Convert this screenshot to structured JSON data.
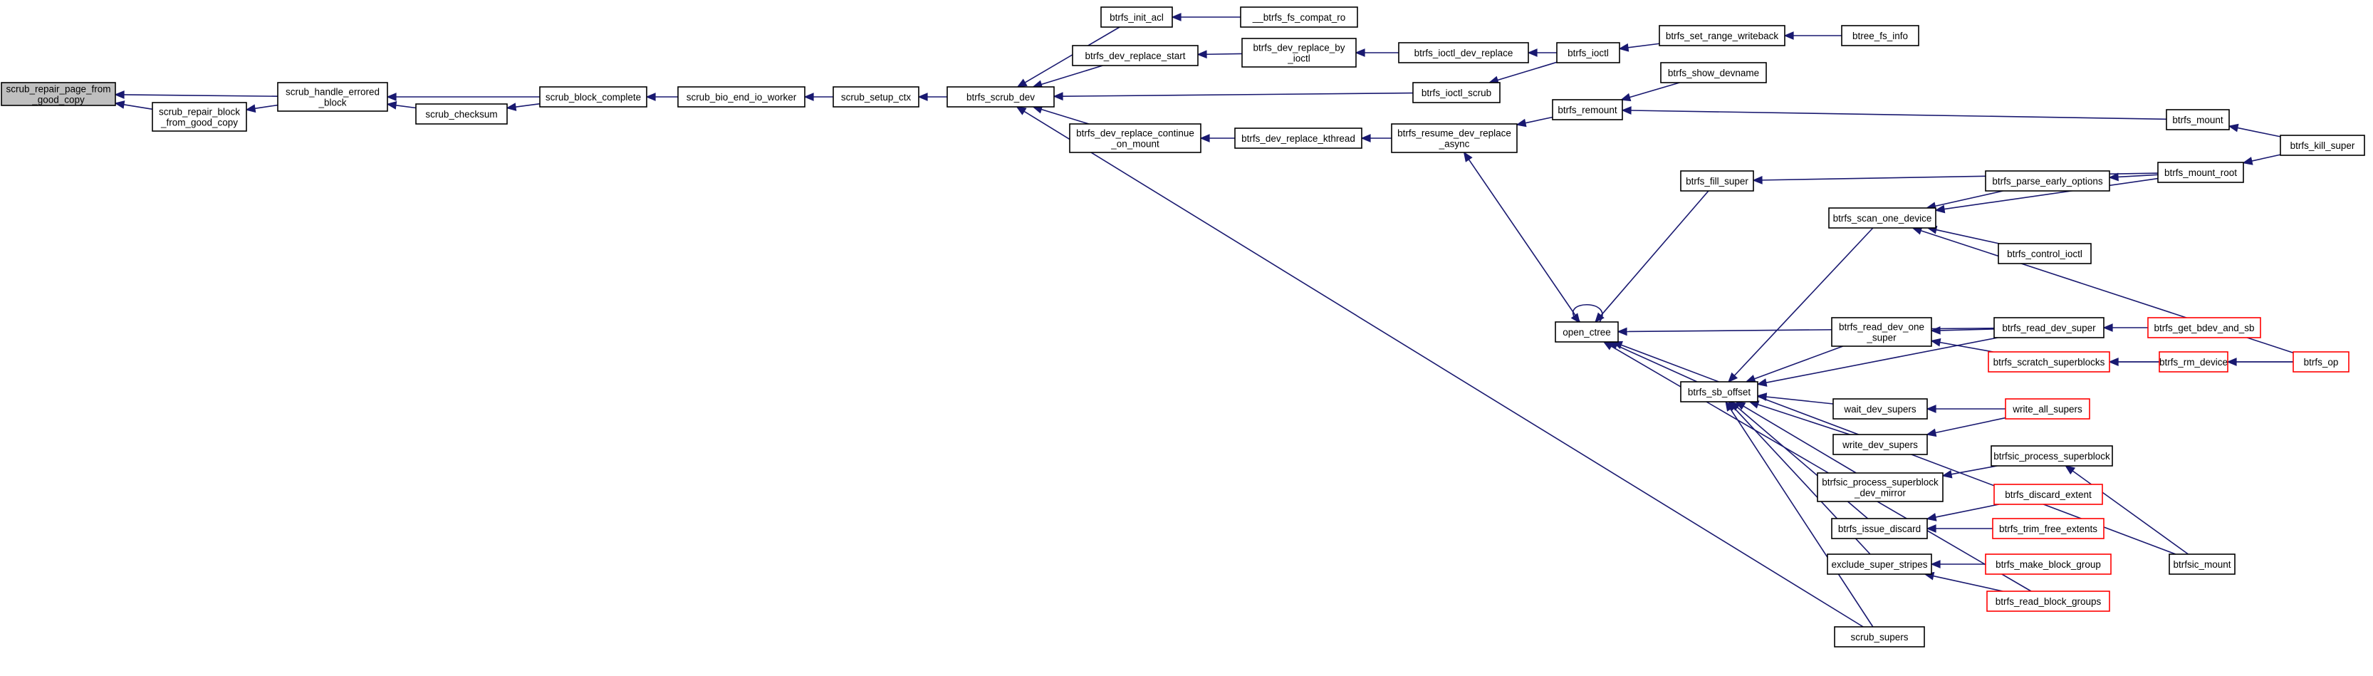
{
  "colors": {
    "edge": "#191970",
    "node_border": "#000000",
    "truncated_border": "#ff0000",
    "root_fill": "#bfbfbf",
    "background": "#ffffff"
  },
  "nodes": [
    {
      "id": "root",
      "label": [
        "scrub_repair_page_from",
        "_good_copy"
      ],
      "kind": "root"
    },
    {
      "id": "srbgc",
      "label": [
        "scrub_repair_block",
        "_from_good_copy"
      ]
    },
    {
      "id": "sheb",
      "label": [
        "scrub_handle_errored",
        "_block"
      ]
    },
    {
      "id": "schk",
      "label": [
        "scrub_checksum"
      ]
    },
    {
      "id": "sbc",
      "label": [
        "scrub_block_complete"
      ]
    },
    {
      "id": "sbeiw",
      "label": [
        "scrub_bio_end_io_worker"
      ]
    },
    {
      "id": "ssc",
      "label": [
        "scrub_setup_ctx"
      ]
    },
    {
      "id": "bsd",
      "label": [
        "btrfs_scrub_dev"
      ]
    },
    {
      "id": "bia",
      "label": [
        "btrfs_init_acl"
      ]
    },
    {
      "id": "fcr",
      "label": [
        "__btrfs_fs_compat_ro"
      ]
    },
    {
      "id": "bdrs",
      "label": [
        "btrfs_dev_replace_start"
      ]
    },
    {
      "id": "bdrbi",
      "label": [
        "btrfs_dev_replace_by",
        "_ioctl"
      ]
    },
    {
      "id": "bidr",
      "label": [
        "btrfs_ioctl_dev_replace"
      ]
    },
    {
      "id": "bioctl",
      "label": [
        "btrfs_ioctl"
      ]
    },
    {
      "id": "bsrw",
      "label": [
        "btrfs_set_range_writeback"
      ]
    },
    {
      "id": "bfi",
      "label": [
        "btree_fs_info"
      ]
    },
    {
      "id": "bis",
      "label": [
        "btrfs_ioctl_scrub"
      ]
    },
    {
      "id": "bdrcom",
      "label": [
        "btrfs_dev_replace_continue",
        "_on_mount"
      ]
    },
    {
      "id": "bdrk",
      "label": [
        "btrfs_dev_replace_kthread"
      ]
    },
    {
      "id": "brdra",
      "label": [
        "btrfs_resume_dev_replace",
        "_async"
      ]
    },
    {
      "id": "bremount",
      "label": [
        "btrfs_remount"
      ]
    },
    {
      "id": "bsdn",
      "label": [
        "btrfs_show_devname"
      ]
    },
    {
      "id": "bmount",
      "label": [
        "btrfs_mount"
      ]
    },
    {
      "id": "bks",
      "label": [
        "btrfs_kill_super"
      ]
    },
    {
      "id": "bmr",
      "label": [
        "btrfs_mount_root"
      ]
    },
    {
      "id": "bfs",
      "label": [
        "btrfs_fill_super"
      ]
    },
    {
      "id": "bpeo",
      "label": [
        "btrfs_parse_early_options"
      ]
    },
    {
      "id": "bsod",
      "label": [
        "btrfs_scan_one_device"
      ]
    },
    {
      "id": "bci",
      "label": [
        "btrfs_control_ioctl"
      ]
    },
    {
      "id": "oc",
      "label": [
        "open_ctree"
      ]
    },
    {
      "id": "brdos",
      "label": [
        "btrfs_read_dev_one",
        "_super"
      ]
    },
    {
      "id": "brds",
      "label": [
        "btrfs_read_dev_super"
      ]
    },
    {
      "id": "bgbas",
      "label": [
        "btrfs_get_bdev_and_sb"
      ],
      "kind": "trunc"
    },
    {
      "id": "bss",
      "label": [
        "btrfs_scratch_superblocks"
      ],
      "kind": "trunc"
    },
    {
      "id": "brmd",
      "label": [
        "btrfs_rm_device"
      ],
      "kind": "trunc"
    },
    {
      "id": "bop",
      "label": [
        "btrfs_op"
      ],
      "kind": "trunc"
    },
    {
      "id": "bso",
      "label": [
        "btrfs_sb_offset"
      ]
    },
    {
      "id": "wds",
      "label": [
        "wait_dev_supers"
      ]
    },
    {
      "id": "was",
      "label": [
        "write_all_supers"
      ],
      "kind": "trunc"
    },
    {
      "id": "wrds",
      "label": [
        "write_dev_supers"
      ]
    },
    {
      "id": "bpsdm",
      "label": [
        "btrfsic_process_superblock",
        "_dev_mirror"
      ]
    },
    {
      "id": "bpsb",
      "label": [
        "btrfsic_process_superblock"
      ]
    },
    {
      "id": "bid",
      "label": [
        "btrfs_issue_discard"
      ]
    },
    {
      "id": "bde",
      "label": [
        "btrfs_discard_extent"
      ],
      "kind": "trunc"
    },
    {
      "id": "btfe",
      "label": [
        "btrfs_trim_free_extents"
      ],
      "kind": "trunc"
    },
    {
      "id": "ess",
      "label": [
        "exclude_super_stripes"
      ]
    },
    {
      "id": "bmbg",
      "label": [
        "btrfs_make_block_group"
      ],
      "kind": "trunc"
    },
    {
      "id": "brbg",
      "label": [
        "btrfs_read_block_groups"
      ],
      "kind": "trunc"
    },
    {
      "id": "bcm",
      "label": [
        "btrfsic_mount"
      ]
    },
    {
      "id": "ssup",
      "label": [
        "scrub_supers"
      ]
    }
  ],
  "edges": [
    [
      "root",
      "sheb"
    ],
    [
      "root",
      "srbgc"
    ],
    [
      "srbgc",
      "sheb"
    ],
    [
      "sheb",
      "sbc"
    ],
    [
      "sheb",
      "schk"
    ],
    [
      "schk",
      "sbc"
    ],
    [
      "sbc",
      "sbeiw"
    ],
    [
      "sbeiw",
      "ssc"
    ],
    [
      "ssc",
      "bsd"
    ],
    [
      "bsd",
      "bia"
    ],
    [
      "bsd",
      "bdrs"
    ],
    [
      "bsd",
      "bis"
    ],
    [
      "bsd",
      "bdrcom"
    ],
    [
      "bsd",
      "ssup"
    ],
    [
      "bia",
      "fcr"
    ],
    [
      "bdrs",
      "bdrbi"
    ],
    [
      "bdrbi",
      "bidr"
    ],
    [
      "bidr",
      "bioctl"
    ],
    [
      "bis",
      "bioctl"
    ],
    [
      "bioctl",
      "bsrw"
    ],
    [
      "bsrw",
      "bfi"
    ],
    [
      "bdrcom",
      "bdrk"
    ],
    [
      "bdrk",
      "brdra"
    ],
    [
      "brdra",
      "bremount"
    ],
    [
      "brdra",
      "oc"
    ],
    [
      "bremount",
      "bsdn"
    ],
    [
      "bremount",
      "bmount"
    ],
    [
      "bmount",
      "bks"
    ],
    [
      "bmr",
      "bks"
    ],
    [
      "bfs",
      "bmr"
    ],
    [
      "bpeo",
      "bmr"
    ],
    [
      "bsod",
      "bpeo"
    ],
    [
      "bsod",
      "bmr"
    ],
    [
      "bsod",
      "bci"
    ],
    [
      "bsod",
      "bop"
    ],
    [
      "oc",
      "oc"
    ],
    [
      "oc",
      "bfs"
    ],
    [
      "oc",
      "brds"
    ],
    [
      "oc",
      "bso"
    ],
    [
      "oc",
      "brbg"
    ],
    [
      "oc",
      "bcm"
    ],
    [
      "bso",
      "bsod"
    ],
    [
      "bso",
      "brds"
    ],
    [
      "bso",
      "brdos"
    ],
    [
      "bso",
      "wds"
    ],
    [
      "bso",
      "wrds"
    ],
    [
      "bso",
      "bpsdm"
    ],
    [
      "bso",
      "bid"
    ],
    [
      "bso",
      "ess"
    ],
    [
      "bso",
      "ssup"
    ],
    [
      "brdos",
      "brds"
    ],
    [
      "brdos",
      "bss"
    ],
    [
      "brds",
      "bgbas"
    ],
    [
      "bss",
      "brmd"
    ],
    [
      "bss",
      "bop"
    ],
    [
      "brmd",
      "bop"
    ],
    [
      "wds",
      "was"
    ],
    [
      "wrds",
      "was"
    ],
    [
      "bpsdm",
      "bpsb"
    ],
    [
      "bpsb",
      "bcm"
    ],
    [
      "bid",
      "bde"
    ],
    [
      "bid",
      "btfe"
    ],
    [
      "ess",
      "bmbg"
    ],
    [
      "ess",
      "brbg"
    ]
  ]
}
